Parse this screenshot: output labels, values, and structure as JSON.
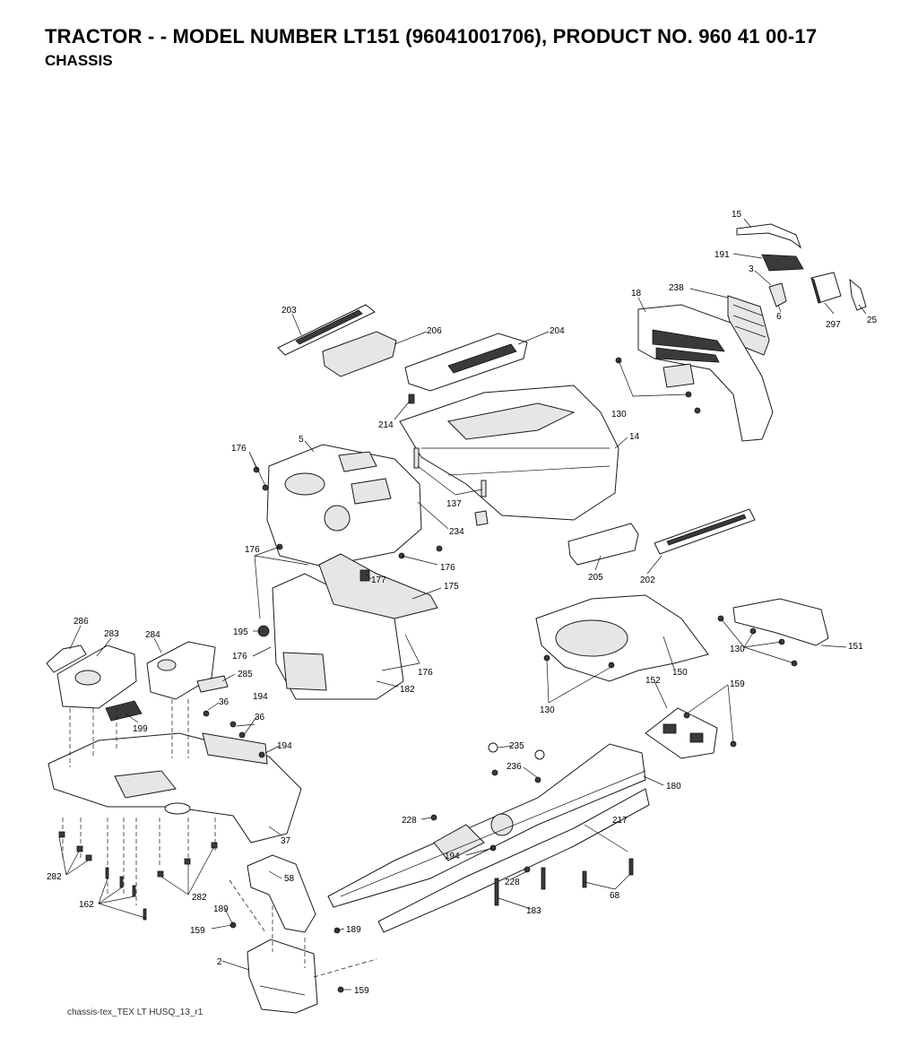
{
  "header": {
    "title": "TRACTOR - - MODEL NUMBER LT151 (96041001706), PRODUCT NO. 960 41 00-17",
    "subtitle": "CHASSIS"
  },
  "footer": {
    "code": "chassis-tex_TEX LT HUSQ_13_r1"
  },
  "callouts": [
    {
      "id": "c15",
      "text": "15"
    },
    {
      "id": "c191",
      "text": "191"
    },
    {
      "id": "c3",
      "text": "3"
    },
    {
      "id": "c238",
      "text": "238"
    },
    {
      "id": "c18",
      "text": "18"
    },
    {
      "id": "c6",
      "text": "6"
    },
    {
      "id": "c297",
      "text": "297"
    },
    {
      "id": "c25",
      "text": "25"
    },
    {
      "id": "c203",
      "text": "203"
    },
    {
      "id": "c206",
      "text": "206"
    },
    {
      "id": "c204",
      "text": "204"
    },
    {
      "id": "c130a",
      "text": "130"
    },
    {
      "id": "c214",
      "text": "214"
    },
    {
      "id": "c14",
      "text": "14"
    },
    {
      "id": "c176a",
      "text": "176"
    },
    {
      "id": "c5",
      "text": "5"
    },
    {
      "id": "c137",
      "text": "137"
    },
    {
      "id": "c234",
      "text": "234"
    },
    {
      "id": "c205",
      "text": "205"
    },
    {
      "id": "c202",
      "text": "202"
    },
    {
      "id": "c176b",
      "text": "176"
    },
    {
      "id": "c176c",
      "text": "176"
    },
    {
      "id": "c177",
      "text": "177"
    },
    {
      "id": "c175",
      "text": "175"
    },
    {
      "id": "c195",
      "text": "195"
    },
    {
      "id": "c176d",
      "text": "176"
    },
    {
      "id": "c176e",
      "text": "176"
    },
    {
      "id": "c182",
      "text": "182"
    },
    {
      "id": "c286",
      "text": "286"
    },
    {
      "id": "c283",
      "text": "283"
    },
    {
      "id": "c284",
      "text": "284"
    },
    {
      "id": "c285",
      "text": "285"
    },
    {
      "id": "c36a",
      "text": "36"
    },
    {
      "id": "c194a",
      "text": "194"
    },
    {
      "id": "c36b",
      "text": "36"
    },
    {
      "id": "c199",
      "text": "199"
    },
    {
      "id": "c194b",
      "text": "194"
    },
    {
      "id": "c37",
      "text": "37"
    },
    {
      "id": "c150",
      "text": "150"
    },
    {
      "id": "c130b",
      "text": "130"
    },
    {
      "id": "c152",
      "text": "152"
    },
    {
      "id": "c159a",
      "text": "159"
    },
    {
      "id": "c130c",
      "text": "130"
    },
    {
      "id": "c151",
      "text": "151"
    },
    {
      "id": "c235",
      "text": "235"
    },
    {
      "id": "c236",
      "text": "236"
    },
    {
      "id": "c180",
      "text": "180"
    },
    {
      "id": "c228a",
      "text": "228"
    },
    {
      "id": "c217",
      "text": "217"
    },
    {
      "id": "c194c",
      "text": "194"
    },
    {
      "id": "c228b",
      "text": "228"
    },
    {
      "id": "c68",
      "text": "68"
    },
    {
      "id": "c183",
      "text": "183"
    },
    {
      "id": "c282a",
      "text": "282"
    },
    {
      "id": "c162",
      "text": "162"
    },
    {
      "id": "c282b",
      "text": "282"
    },
    {
      "id": "c58",
      "text": "58"
    },
    {
      "id": "c189a",
      "text": "189"
    },
    {
      "id": "c189b",
      "text": "189"
    },
    {
      "id": "c159b",
      "text": "159"
    },
    {
      "id": "c2",
      "text": "2"
    },
    {
      "id": "c159c",
      "text": "159"
    }
  ]
}
